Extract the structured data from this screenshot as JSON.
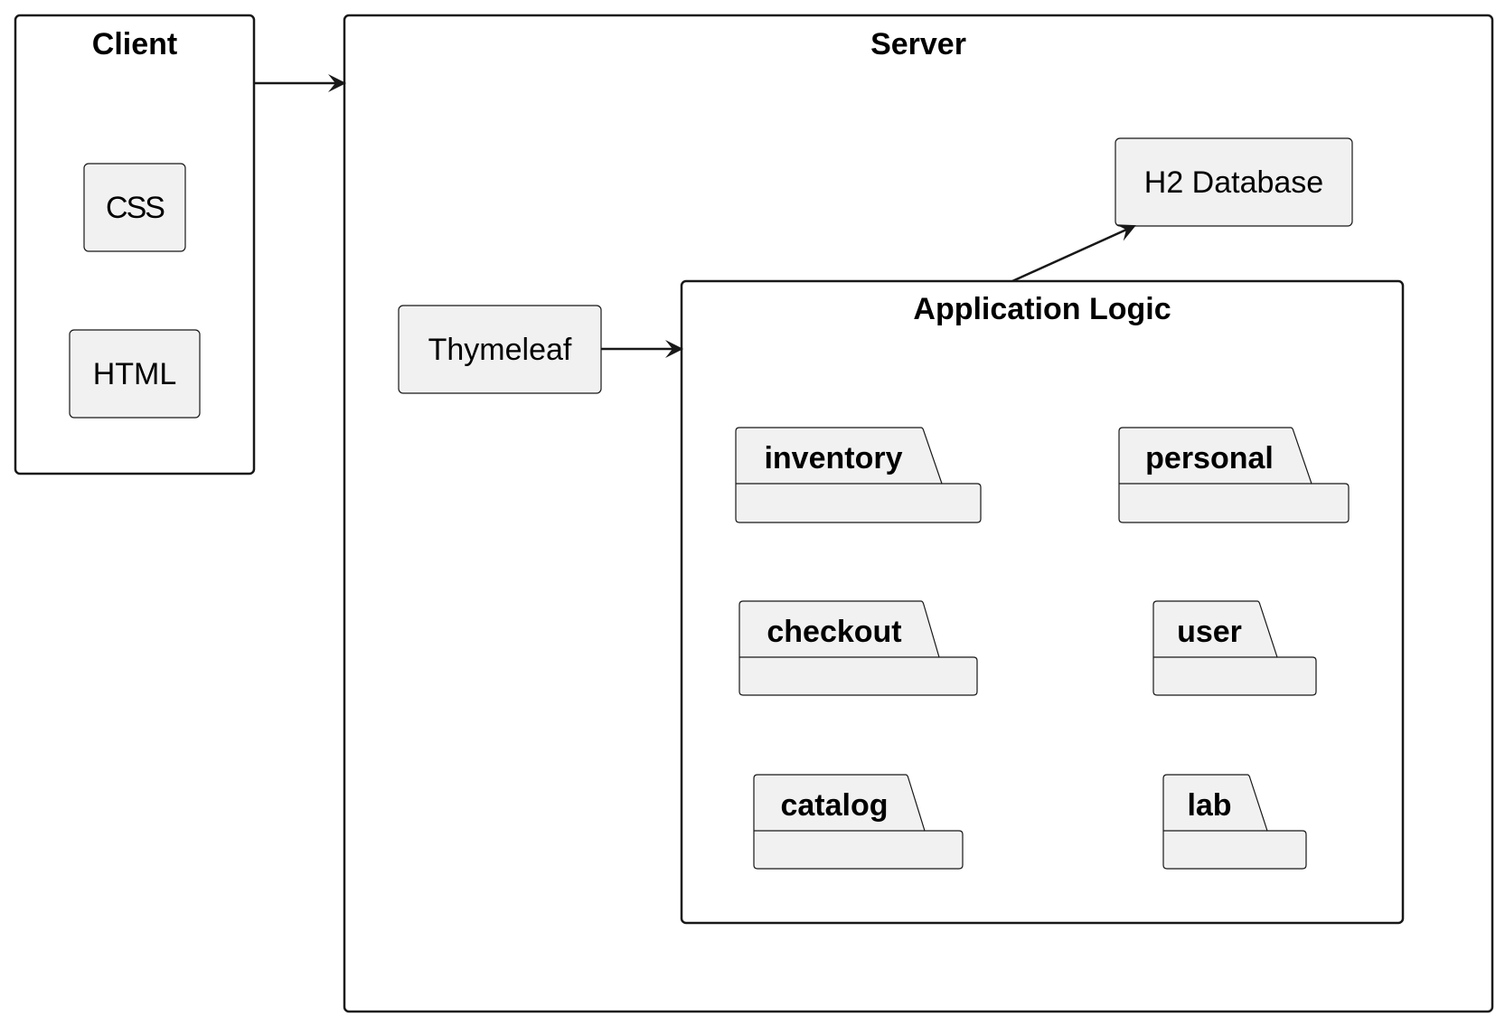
{
  "colors": {
    "stroke": "#181818",
    "node_fill": "#f1f1f1",
    "frame_fill": "#ffffff",
    "text": "#000000"
  },
  "frames": {
    "client": "Client",
    "server": "Server",
    "application_logic": "Application Logic"
  },
  "nodes": {
    "css": "CSS",
    "html": "HTML",
    "thymeleaf": "Thymeleaf",
    "h2_database": "H2 Database"
  },
  "packages": {
    "inventory": "inventory",
    "personal": "personal",
    "checkout": "checkout",
    "user": "user",
    "catalog": "catalog",
    "lab": "lab"
  },
  "edges": [
    {
      "from": "Client",
      "to": "Server"
    },
    {
      "from": "Thymeleaf",
      "to": "Application Logic"
    },
    {
      "from": "Application Logic",
      "to": "H2 Database"
    }
  ]
}
